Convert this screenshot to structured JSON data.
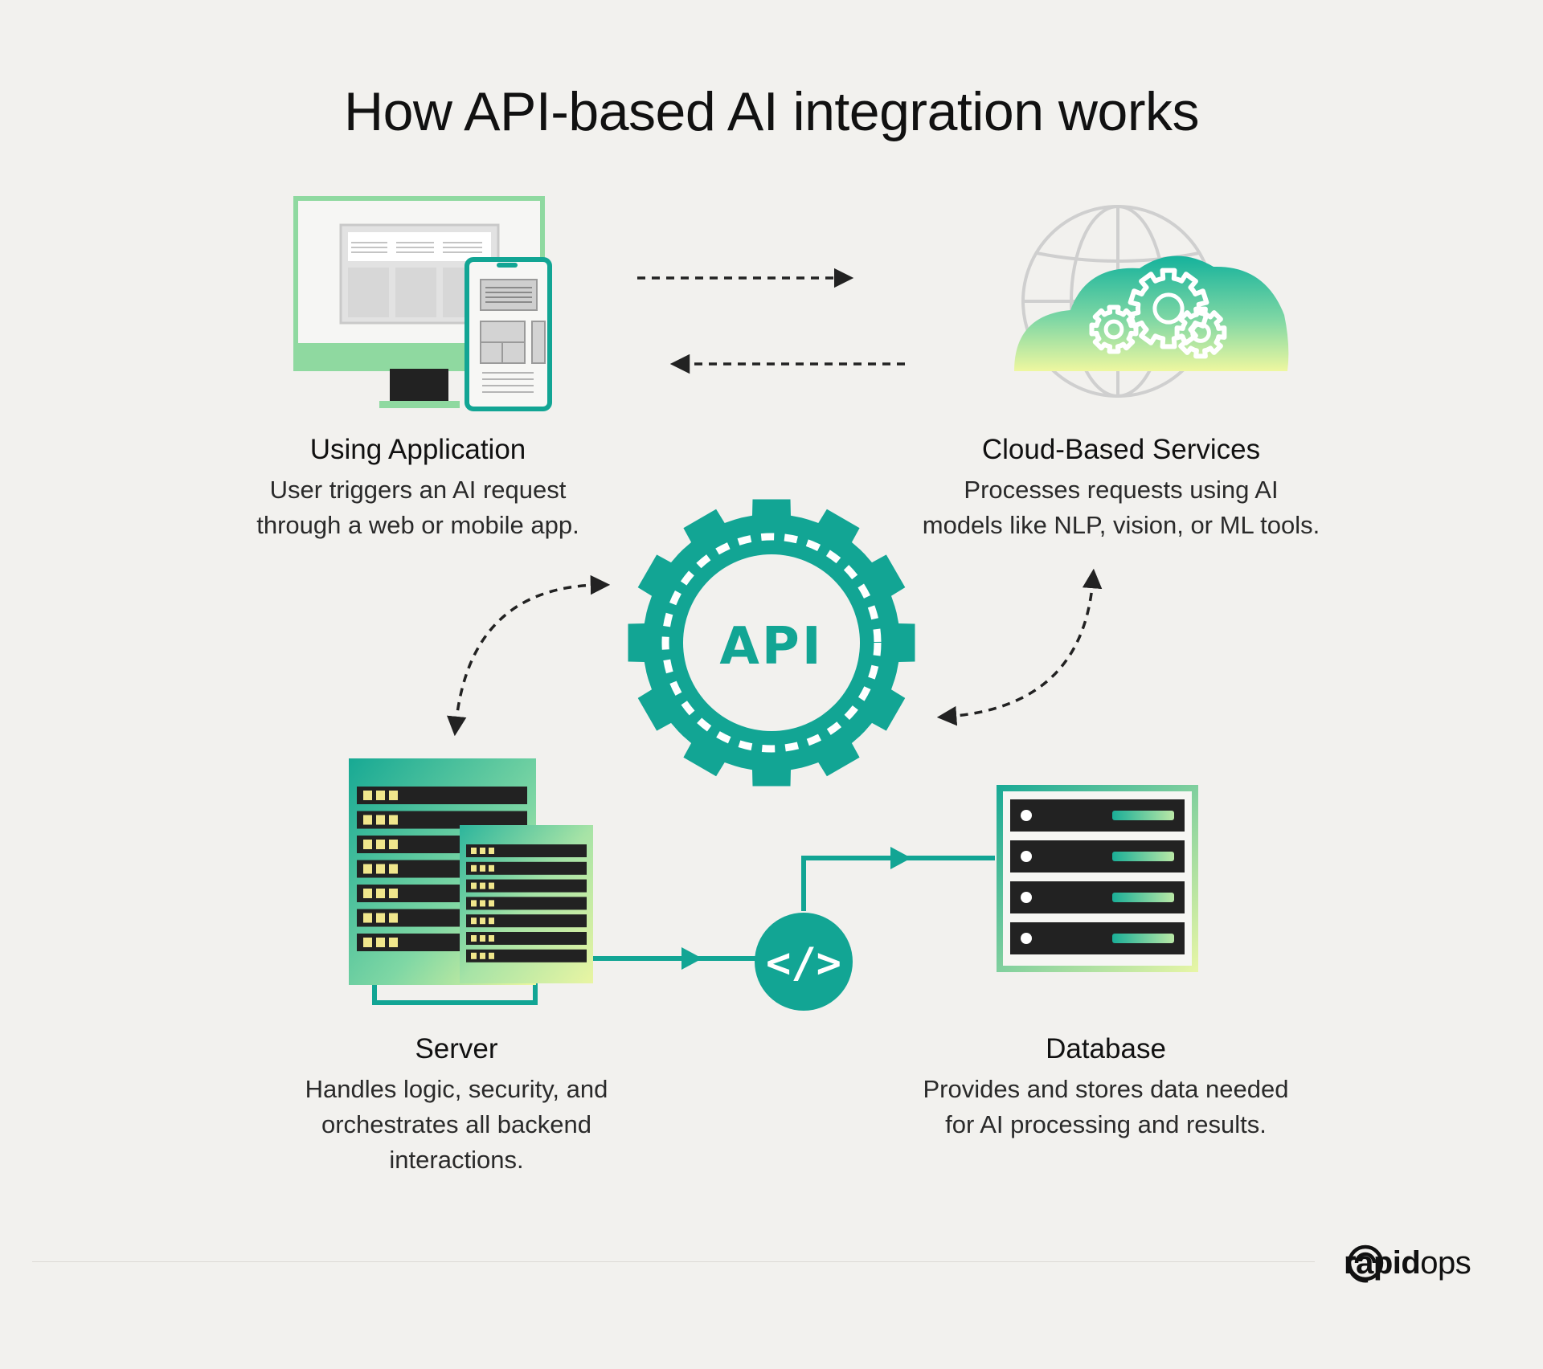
{
  "title": "How API-based AI integration works",
  "nodes": {
    "app": {
      "heading": "Using Application",
      "description": [
        "User triggers an AI request",
        "through a web or mobile app."
      ]
    },
    "cloud": {
      "heading": "Cloud-Based Services",
      "description": [
        "Processes requests using AI",
        "models like NLP, vision, or ML tools."
      ]
    },
    "api": {
      "label": "API"
    },
    "server": {
      "heading": "Server",
      "description": [
        "Handles logic, security, and",
        "orchestrates all backend",
        "interactions."
      ]
    },
    "database": {
      "heading": "Database",
      "description": [
        "Provides and stores data needed",
        "for AI processing and results."
      ]
    },
    "code_symbol": "</>"
  },
  "brand": {
    "bold": "rapid",
    "regular": "ops"
  },
  "colors": {
    "teal": "#12a594",
    "green_light": "#8fd9a0",
    "lime": "#e6f59a",
    "dark": "#222222",
    "indicator": "#f0e68c",
    "globe": "#cfcfcf"
  },
  "icons": [
    "monitor-icon",
    "phone-icon",
    "globe-icon",
    "cloud-icon",
    "gear-icon",
    "server-rack-icon",
    "database-icon",
    "code-icon",
    "rapidops-logo-icon"
  ]
}
